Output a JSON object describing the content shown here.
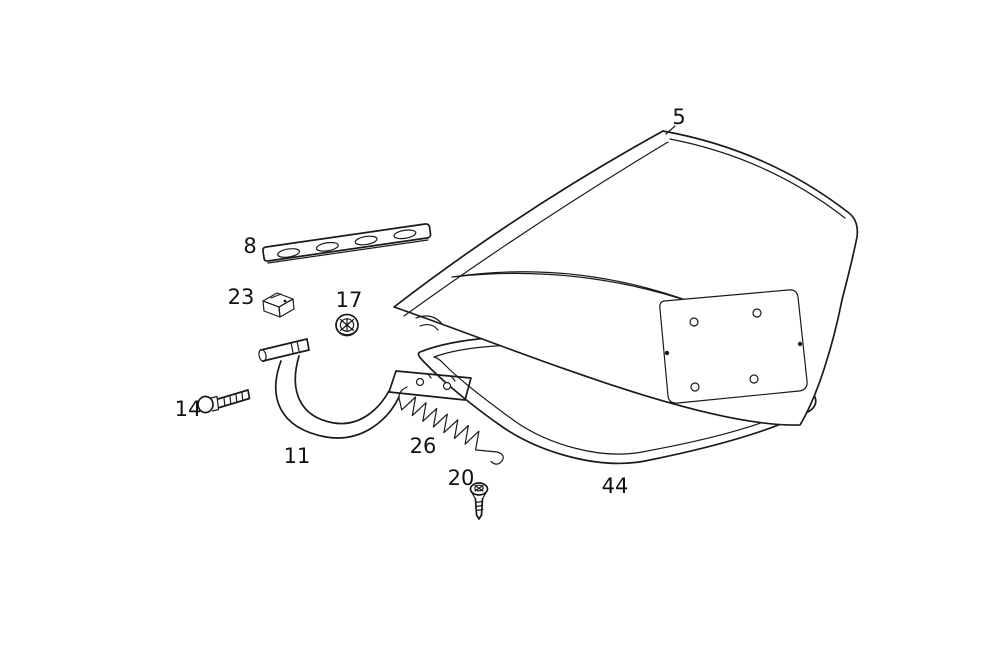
{
  "page": {
    "background_color": "#ffffff",
    "line_color": "#1a1a1a"
  },
  "diagram": {
    "type": "exploded-parts-diagram",
    "labels": [
      {
        "part": "trunk-lid",
        "text": "5"
      },
      {
        "part": "reinforcement-strip",
        "text": "8"
      },
      {
        "part": "clip",
        "text": "23"
      },
      {
        "part": "grommet-nut",
        "text": "17"
      },
      {
        "part": "bolt",
        "text": "14"
      },
      {
        "part": "hinge-arm",
        "text": "11"
      },
      {
        "part": "tension-spring",
        "text": "26"
      },
      {
        "part": "screw",
        "text": "20"
      },
      {
        "part": "rubber-seal",
        "text": "44"
      }
    ]
  }
}
